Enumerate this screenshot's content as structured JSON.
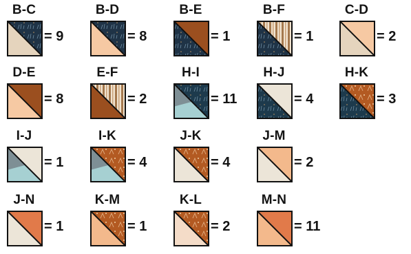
{
  "fabrics": {
    "B": {
      "color": "#1f3346",
      "pattern": "navy-print"
    },
    "C": {
      "color": "#e5d4bd",
      "pattern": "solid"
    },
    "D": {
      "color": "#f6c9a3",
      "pattern": "solid"
    },
    "E": {
      "color": "#9b4f1f",
      "pattern": "solid"
    },
    "F": {
      "color": "#c9a179",
      "pattern": "stripe"
    },
    "H": {
      "color": "#1d3a4c",
      "pattern": "navy-print"
    },
    "I": {
      "color": "#a6d0d2",
      "pattern": "teal-grey"
    },
    "J": {
      "color": "#ece5d8",
      "pattern": "solid"
    },
    "K": {
      "color": "#b35a22",
      "pattern": "rust-print"
    },
    "L": {
      "color": "#f4dcc8",
      "pattern": "solid"
    },
    "M": {
      "color": "#f3b98c",
      "pattern": "solid"
    },
    "N": {
      "color": "#e17a4a",
      "pattern": "solid"
    }
  },
  "rows": [
    [
      {
        "label": "B-C",
        "count": "= 9",
        "upper": "B",
        "lower": "C"
      },
      {
        "label": "B-D",
        "count": "= 8",
        "upper": "B",
        "lower": "D"
      },
      {
        "label": "B-E",
        "count": "= 1",
        "upper": "E",
        "lower": "B"
      },
      {
        "label": "B-F",
        "count": "= 1",
        "upper": "F",
        "lower": "B"
      },
      {
        "label": "C-D",
        "count": "= 2",
        "upper": "D",
        "lower": "C"
      }
    ],
    [
      {
        "label": "D-E",
        "count": "= 8",
        "upper": "E",
        "lower": "D"
      },
      {
        "label": "E-F",
        "count": "= 2",
        "upper": "F",
        "lower": "E"
      },
      {
        "label": "H-I",
        "count": "= 11",
        "upper": "H",
        "lower": "I"
      },
      {
        "label": "H-J",
        "count": "= 4",
        "upper": "J",
        "lower": "H"
      },
      {
        "label": "H-K",
        "count": "= 3",
        "upper": "K",
        "lower": "H"
      }
    ],
    [
      {
        "label": "I-J",
        "count": "= 1",
        "upper": "J",
        "lower": "I"
      },
      {
        "label": "I-K",
        "count": "= 4",
        "upper": "K",
        "lower": "I"
      },
      {
        "label": "J-K",
        "count": "= 4",
        "upper": "K",
        "lower": "J"
      },
      {
        "label": "J-M",
        "count": "= 2",
        "upper": "M",
        "lower": "J"
      }
    ],
    [
      {
        "label": "J-N",
        "count": "= 1",
        "upper": "N",
        "lower": "J"
      },
      {
        "label": "K-M",
        "count": "= 1",
        "upper": "K",
        "lower": "M"
      },
      {
        "label": "K-L",
        "count": "= 2",
        "upper": "K",
        "lower": "L"
      },
      {
        "label": "M-N",
        "count": "= 11",
        "upper": "N",
        "lower": "M"
      }
    ]
  ]
}
